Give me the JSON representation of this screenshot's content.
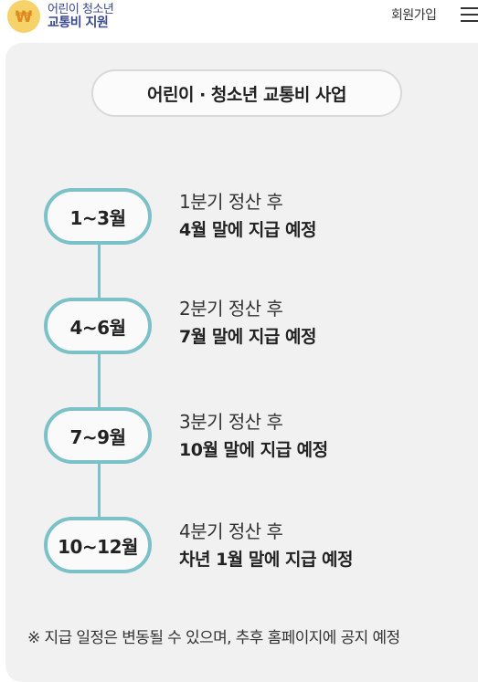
{
  "header": {
    "logo_line1": "어린이 청소년",
    "logo_line2": "교통비 지원",
    "logo_symbol": "₩",
    "signup_label": "회원가입",
    "menu_icon": "hamburger-menu-icon"
  },
  "main": {
    "title": "어린이 · 청소년 교통비 사업",
    "schedule": [
      {
        "period": "1~3월",
        "line1": "1분기 정산 후",
        "line2": "4월 말에 지급 예정"
      },
      {
        "period": "4~6월",
        "line1": "2분기 정산 후",
        "line2": "7월 말에 지급 예정"
      },
      {
        "period": "7~9월",
        "line1": "3분기 정산 후",
        "line2": "10월 말에 지급 예정"
      },
      {
        "period": "10~12월",
        "line1": "4분기 정산 후",
        "line2": "차년 1월 말에 지급 예정"
      }
    ],
    "note": "※ 지급 일정은 변동될 수 있으며, 추후 홈페이지에 공지 예정"
  },
  "colors": {
    "accent": "#7cc0c8",
    "logo_yellow": "#f6d36a",
    "brand_text": "#3b4a8f",
    "card_bg": "#f1f1f1"
  }
}
